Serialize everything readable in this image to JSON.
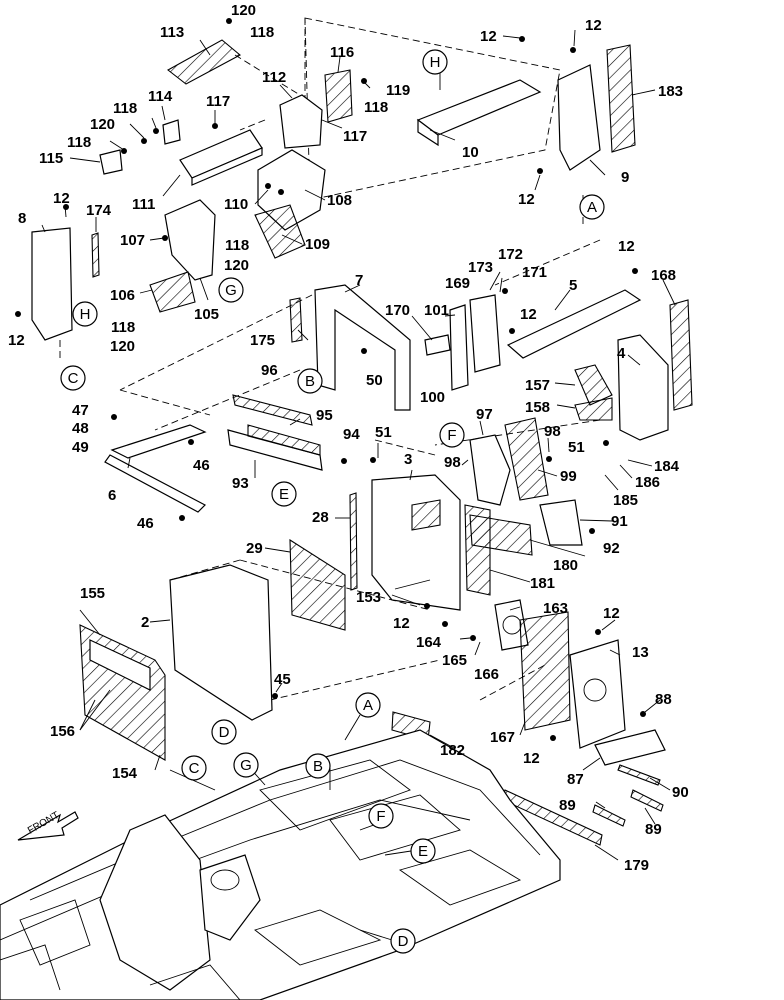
{
  "callouts": {
    "c120a": "120",
    "c118a": "118",
    "c113": "113",
    "c116": "116",
    "c112": "112",
    "c119": "119",
    "c118b": "118",
    "c117a": "117",
    "c117b": "117",
    "c114": "114",
    "c118c": "118",
    "c120b": "120",
    "c118d": "118",
    "c115": "115",
    "c111": "111",
    "c110": "110",
    "c108": "108",
    "c107": "107",
    "c118e": "118",
    "c120c": "120",
    "c109": "109",
    "c106": "106",
    "c118f": "118",
    "c120d": "120",
    "c105": "105",
    "c12a": "12",
    "c12b": "12",
    "c10": "10",
    "c183": "183",
    "c9": "9",
    "c12c": "12",
    "c8": "8",
    "c12d": "12",
    "c174": "174",
    "c12e": "12",
    "c7": "7",
    "c175": "175",
    "c50": "50",
    "c173": "173",
    "c172": "172",
    "c171": "171",
    "c169": "169",
    "c170": "170",
    "c101": "101",
    "c12f": "12",
    "c100": "100",
    "c5": "5",
    "c12g": "12",
    "c168": "168",
    "c4": "4",
    "c157": "157",
    "c158": "158",
    "c51a": "51",
    "c184": "184",
    "c186": "186",
    "c185": "185",
    "c47": "47",
    "c48": "48",
    "c49": "49",
    "c46a": "46",
    "c6": "6",
    "c46b": "46",
    "c96": "96",
    "c95": "95",
    "c93": "93",
    "c94": "94",
    "c51b": "51",
    "c3": "3",
    "c97": "97",
    "c98a": "98",
    "c98b": "98",
    "c99": "99",
    "c28": "28",
    "c91": "91",
    "c92": "92",
    "c180": "180",
    "c181": "181",
    "c29": "29",
    "c153": "153",
    "c12h": "12",
    "c163": "163",
    "c164": "164",
    "c165": "165",
    "c166": "166",
    "c12i": "12",
    "c13": "13",
    "c155": "155",
    "c2": "2",
    "c45": "45",
    "c156": "156",
    "c154": "154",
    "c167": "167",
    "c88": "88",
    "c12j": "12",
    "c87": "87",
    "c90": "90",
    "c89a": "89",
    "c89b": "89",
    "c182": "182",
    "c179": "179"
  },
  "circle_refs": {
    "A1": "A",
    "A2": "A",
    "B1": "B",
    "B2": "B",
    "C1": "C",
    "C2": "C",
    "D1": "D",
    "D2": "D",
    "E1": "E",
    "E2": "E",
    "F1": "F",
    "F2": "F",
    "G1": "G",
    "G2": "G",
    "H1": "H",
    "H2": "H"
  },
  "front_label": "FRONT"
}
